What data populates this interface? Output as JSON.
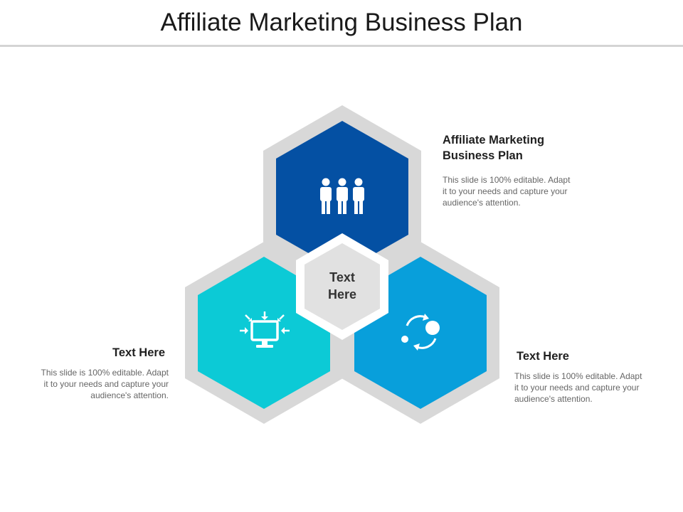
{
  "slide": {
    "title": "Affiliate Marketing Business Plan"
  },
  "center": {
    "label_line1": "Text",
    "label_line2": "Here"
  },
  "items": [
    {
      "heading_line1": "Affiliate Marketing",
      "heading_line2": "Business Plan",
      "body_line1": "This slide is 100% editable. Adapt",
      "body_line2": "it to your needs and capture your",
      "body_line3": "audience's attention.",
      "icon": "team-icon",
      "color": "#0450a3"
    },
    {
      "heading": "Text Here",
      "body_line1": "This slide is 100% editable. Adapt",
      "body_line2": "it to your needs and capture your",
      "body_line3": "audience's attention.",
      "icon": "computer-monitor-icon",
      "color": "#0ccad6"
    },
    {
      "heading": "Text Here",
      "body_line1": "This slide is 100% editable. Adapt",
      "body_line2": "it to your needs and capture your",
      "body_line3": "audience's attention.",
      "icon": "refresh-cycle-icon",
      "color": "#089fdb"
    }
  ],
  "colors": {
    "hex_border": "#d8d8d8",
    "center_fill": "#e1e1e1",
    "rule": "#d4d4d4"
  }
}
